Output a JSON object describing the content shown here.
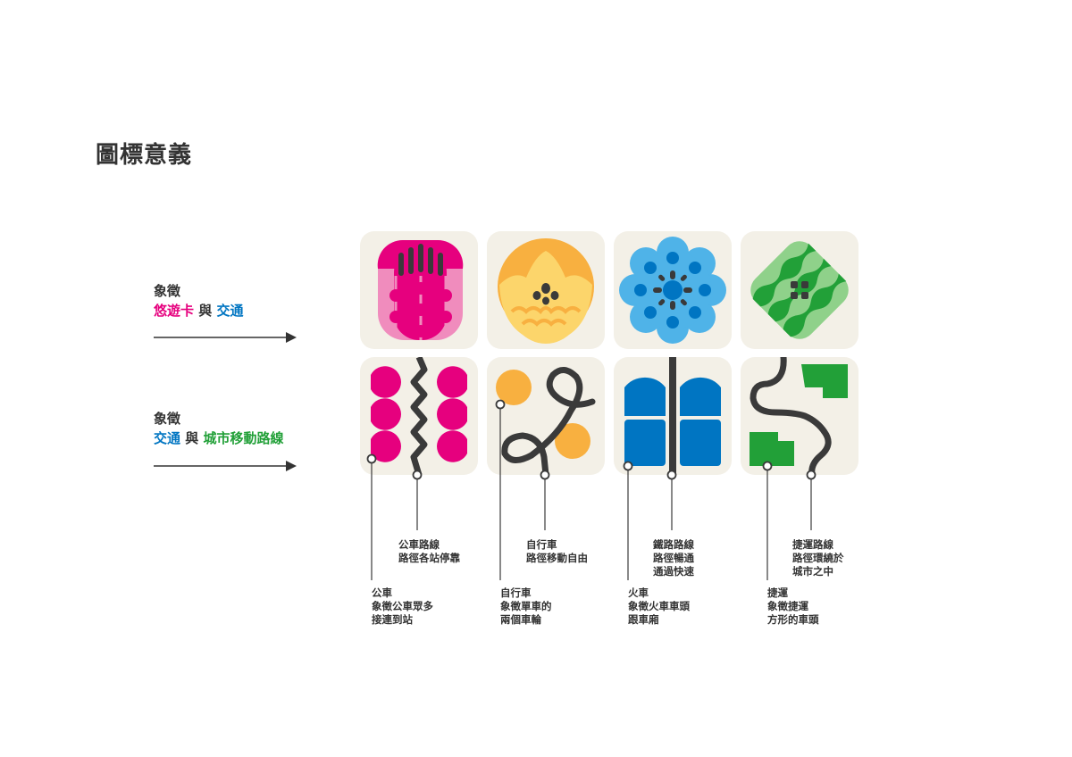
{
  "title": "圖標意義",
  "legend": {
    "row1": {
      "line1": "象徵",
      "a": "悠遊卡",
      "join": "與",
      "b": "交通"
    },
    "row2": {
      "line1": "象徵",
      "a": "交通",
      "join": "與",
      "b": "城市移動路線"
    }
  },
  "captions": {
    "bus_route": {
      "title": "公車路線",
      "line1": "路徑各站停靠"
    },
    "bus": {
      "title": "公車",
      "line1": "象徵公車眾多",
      "line2": "接連到站"
    },
    "bike_route": {
      "title": "自行車",
      "line1": "路徑移動自由"
    },
    "bike": {
      "title": "自行車",
      "line1": "象徵單車的",
      "line2": "兩個車輪"
    },
    "rail_route": {
      "title": "鐵路路線",
      "line1": "路徑暢通",
      "line2": "通過快速"
    },
    "train": {
      "title": "火車",
      "line1": "象徵火車車頭",
      "line2": "跟車廂"
    },
    "metro_route": {
      "title": "捷運路線",
      "line1": "路徑環繞於",
      "line2": "城市之中"
    },
    "metro": {
      "title": "捷運",
      "line1": "象徵捷運",
      "line2": "方形的車頭"
    }
  },
  "colors": {
    "pink": "#e6007e",
    "pink_light": "#f08cbd",
    "yellow": "#fcd56b",
    "orange": "#f8b040",
    "blue_light": "#4fb3e8",
    "blue": "#0075c2",
    "green": "#22a038",
    "green_light": "#8fd18a",
    "road": "#3a3a3a",
    "tile_bg": "#f3f0e7"
  }
}
